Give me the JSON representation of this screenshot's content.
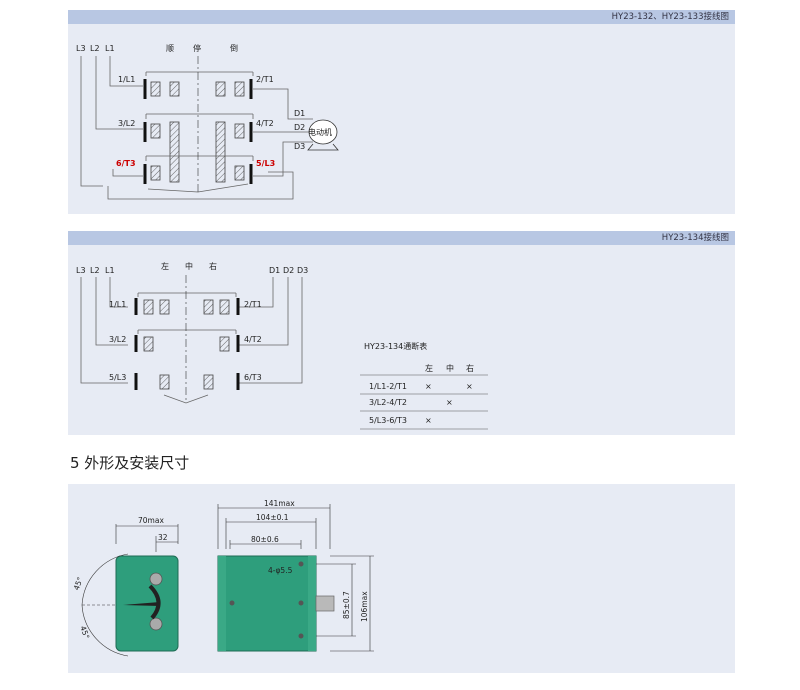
{
  "panel1": {
    "header": "HY23-132、HY23-133接线图",
    "lines": [
      "L3",
      "L2",
      "L1"
    ],
    "positions": [
      "顺",
      "停",
      "倒"
    ],
    "terminals_left": [
      "1/L1",
      "3/L2",
      "6/T3"
    ],
    "terminals_right": [
      "2/T1",
      "4/T2",
      "5/L3"
    ],
    "motor_wires": [
      "D1",
      "D2",
      "D3"
    ],
    "motor_label": "电动机",
    "highlight_color": "#cc0000"
  },
  "panel2": {
    "header": "HY23-134接线图",
    "lines": [
      "L3",
      "L2",
      "L1"
    ],
    "positions": [
      "左",
      "中",
      "右"
    ],
    "outputs": [
      "D1",
      "D2",
      "D3"
    ],
    "terminals_left": [
      "1/L1",
      "3/L2",
      "5/L3"
    ],
    "terminals_right": [
      "2/T1",
      "4/T2",
      "6/T3"
    ],
    "table": {
      "title": "HY23-134通断表",
      "columns": [
        "左",
        "中",
        "右"
      ],
      "rows": [
        {
          "label": "1/L1-2/T1",
          "marks": [
            "×",
            "",
            "×"
          ]
        },
        {
          "label": "3/L2-4/T2",
          "marks": [
            "",
            "×",
            ""
          ]
        },
        {
          "label": "5/L3-6/T3",
          "marks": [
            "×",
            "",
            ""
          ]
        }
      ]
    }
  },
  "section": {
    "title": "5 外形及安装尺寸"
  },
  "dimensions": {
    "side_width": "70max",
    "side_inner": "32",
    "angle_top": "45°",
    "angle_bottom": "45°",
    "front_total": "141max",
    "front_mount": "104±0.1",
    "front_inner": "80±0.6",
    "hole": "4-φ5.5",
    "height_mount": "85±0.7",
    "height_total": "106max",
    "body_color": "#2e9e7c"
  }
}
